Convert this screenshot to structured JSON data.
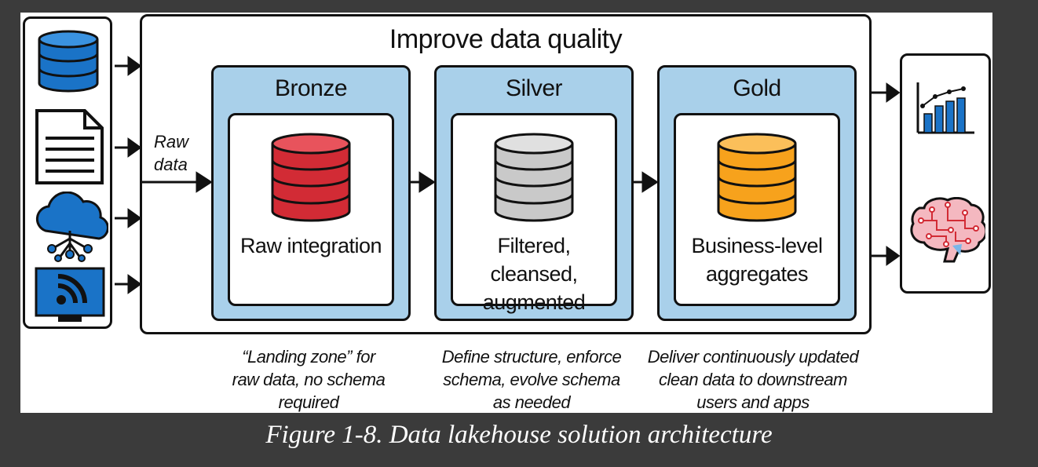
{
  "main": {
    "title": "Improve data quality",
    "raw_data_label": "Raw\ndata"
  },
  "tiers": [
    {
      "title": "Bronze",
      "label": "Raw integration",
      "caption": "“Landing zone” for\nraw data, no schema\nrequired",
      "db_color": "#d22b35",
      "db_shade": "#a8141f"
    },
    {
      "title": "Silver",
      "label": "Filtered, cleansed,\naugmented",
      "caption": "Define structure, enforce\nschema, evolve schema\nas needed",
      "db_color": "#c9c9c9",
      "db_shade": "#8e8e8e"
    },
    {
      "title": "Gold",
      "label": "Business-level\naggregates",
      "caption": "Deliver continuously updated\nclean data to downstream\nusers and apps",
      "db_color": "#f7a21c",
      "db_shade": "#d07a08"
    }
  ],
  "sources": [
    {
      "icon": "database-icon"
    },
    {
      "icon": "document-icon"
    },
    {
      "icon": "cloud-network-icon"
    },
    {
      "icon": "rss-feed-icon"
    }
  ],
  "outputs": [
    {
      "icon": "bar-chart-icon"
    },
    {
      "icon": "brain-icon"
    }
  ],
  "colors": {
    "tier_background": "#a9d0ea",
    "source_blue": "#1a73c7",
    "page_background": "#3b3b3b"
  },
  "figure_caption": "Figure 1-8. Data lakehouse solution architecture"
}
